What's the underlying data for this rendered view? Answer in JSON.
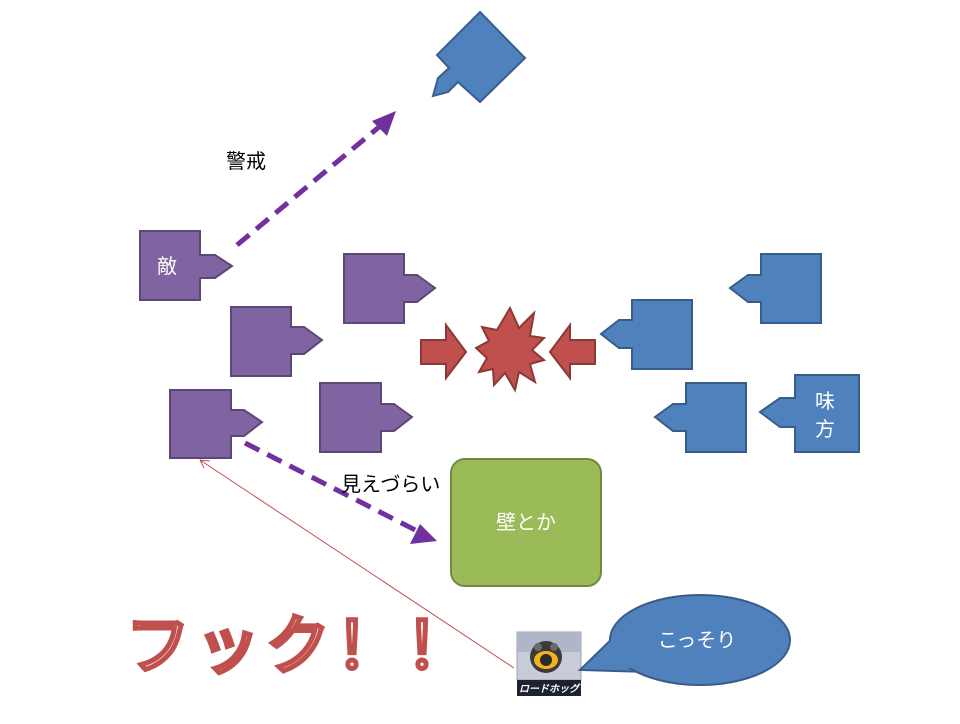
{
  "labels": {
    "alert": "警戒",
    "hard_to_see": "見えづらい",
    "enemy": "敵",
    "ally_line1": "味",
    "ally_line2": "方",
    "wall": "壁とか",
    "sneak": "こっそり",
    "hook": "フック！！",
    "character_caption": "ロードホッグ"
  },
  "colors": {
    "enemy_fill": "#8064a2",
    "enemy_stroke": "#5c4776",
    "ally_fill": "#4f81bd",
    "ally_stroke": "#385d8a",
    "clash_fill": "#c0504d",
    "clash_stroke": "#8c3836",
    "wall_fill": "#9bbb59",
    "wall_stroke": "#71893f",
    "dashed_arrow": "#7030a0",
    "hook_line": "#c0504d"
  }
}
